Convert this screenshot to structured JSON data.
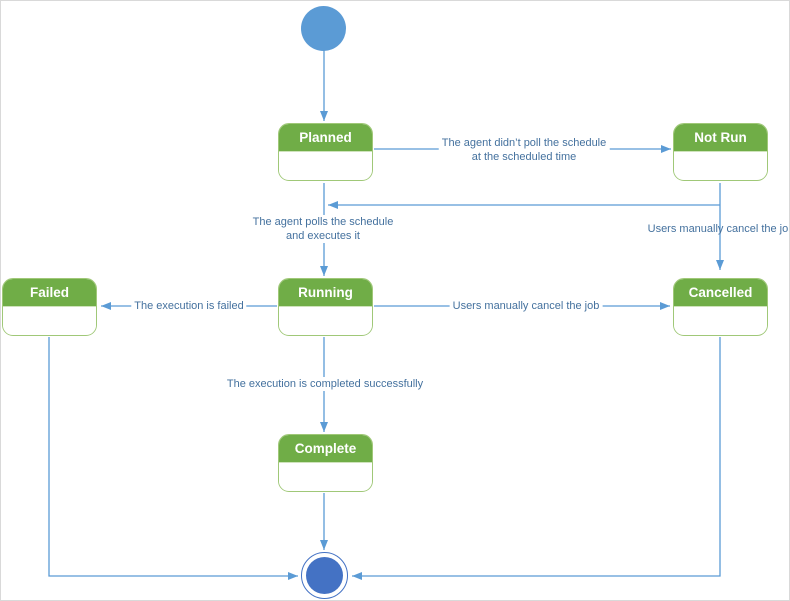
{
  "states": {
    "planned": {
      "label": "Planned"
    },
    "not_run": {
      "label": "Not Run"
    },
    "running": {
      "label": "Running"
    },
    "failed": {
      "label": "Failed"
    },
    "cancelled": {
      "label": "Cancelled"
    },
    "complete": {
      "label": "Complete"
    }
  },
  "transitions": {
    "planned_to_not_run": {
      "label_line1": "The agent didn’t poll the schedule",
      "label_line2": "at the scheduled time"
    },
    "planned_to_running": {
      "label_line1": "The agent polls the schedule",
      "label_line2": "and executes it"
    },
    "not_run_to_cancelled": {
      "label": "Users manually cancel the job"
    },
    "running_to_failed": {
      "label": "The execution is failed"
    },
    "running_to_cancelled": {
      "label": "Users manually cancel the job"
    },
    "running_to_complete": {
      "label": "The execution is completed successfully"
    }
  },
  "colors": {
    "state_header_green": "#70AD47",
    "state_border_green": "#A0C878",
    "connector_blue": "#5B9BD5",
    "edge_label_blue": "#44719E",
    "start_node_blue": "#5B9BD5",
    "end_node_blue": "#4472C4"
  }
}
